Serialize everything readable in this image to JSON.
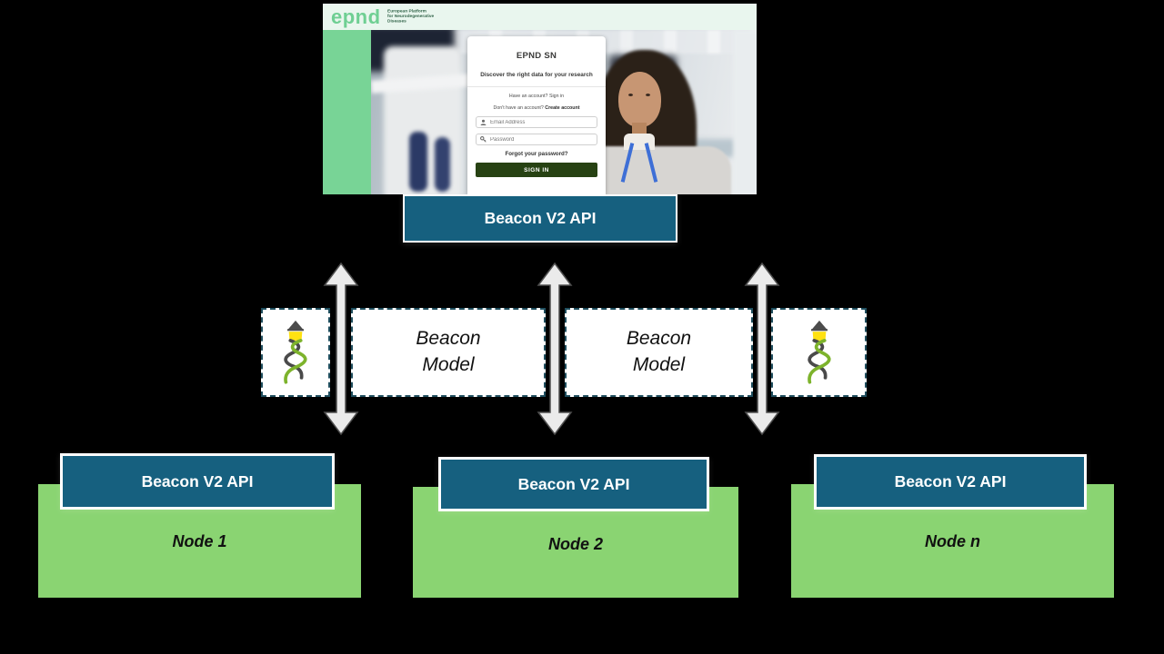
{
  "epnd_site": {
    "logo": "epnd",
    "tagline": "European Platform\nfor Neurodegenerative\nDiseases",
    "login_card": {
      "title": "EPND SN",
      "subtitle": "Discover the right data for your research",
      "have_account_prefix": "Have an account? ",
      "sign_in_link": "Sign in",
      "no_account_prefix": "Don't have an account? ",
      "create_account_link": "Create account",
      "email_placeholder": "Email Address",
      "password_placeholder": "Password",
      "forgot_password": "Forgot your password?",
      "sign_in_button": "SIGN IN"
    }
  },
  "central_api": {
    "label": "Beacon V2 API"
  },
  "beacon_models": {
    "left_label": "Beacon\nModel",
    "right_label": "Beacon\nModel"
  },
  "nodes": [
    {
      "api_label": "Beacon V2 API",
      "name": "Node 1"
    },
    {
      "api_label": "Beacon V2 API",
      "name": "Node 2"
    },
    {
      "api_label": "Beacon V2 API",
      "name": "Node n"
    }
  ],
  "colors": {
    "api_box_teal": "#16607f",
    "node_green": "#8ad472",
    "dashed_border_teal": "#1f4e5e",
    "arrow_gray": "#ebebeb",
    "epnd_logo_green": "#6fcf93",
    "sign_in_button_green": "#274213"
  }
}
